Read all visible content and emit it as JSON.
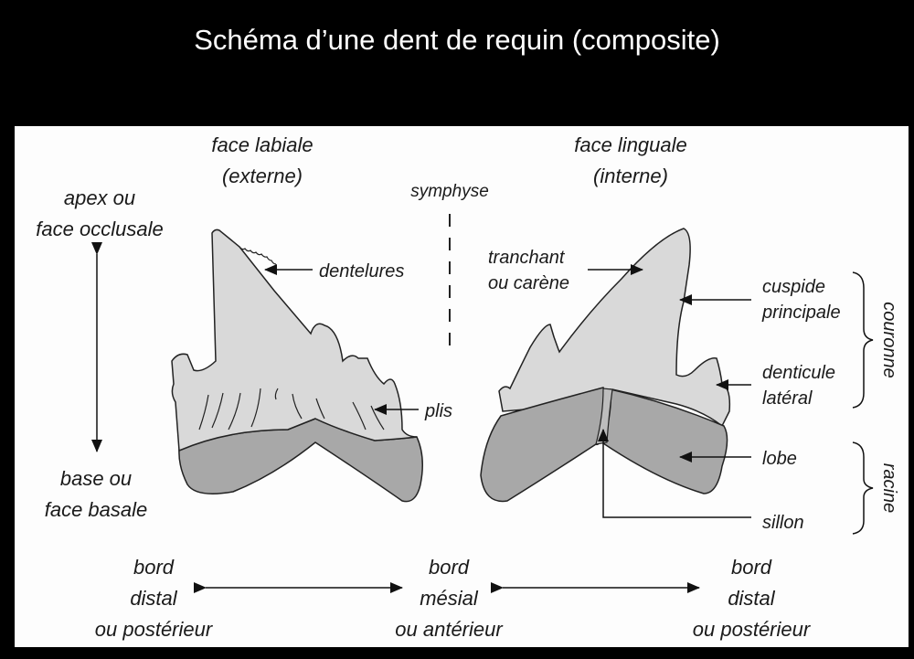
{
  "title": "Schéma d’une dent de requin (composite)",
  "views": {
    "left": {
      "line1": "face labiale",
      "line2": "(externe)"
    },
    "right": {
      "line1": "face linguale",
      "line2": "(interne)"
    }
  },
  "symphyse": "symphyse",
  "vertical_axis": {
    "top": {
      "line1": "apex ou",
      "line2": "face occlusale"
    },
    "bottom": {
      "line1": "base ou",
      "line2": "face basale"
    }
  },
  "left_labels": {
    "dentelures": "dentelures",
    "plis": "plis"
  },
  "right_labels": {
    "tranchant": {
      "line1": "tranchant",
      "line2": "ou carène"
    },
    "cuspide": {
      "line1": "cuspide",
      "line2": "principale"
    },
    "denticule": {
      "line1": "denticule",
      "line2": "latéral"
    },
    "lobe": "lobe",
    "sillon": "sillon"
  },
  "groups": {
    "couronne": "couronne",
    "racine": "racine"
  },
  "bottom_axis": {
    "left": {
      "line1": "bord",
      "line2": "distal",
      "line3": "ou postérieur"
    },
    "center": {
      "line1": "bord",
      "line2": "mésial",
      "line3": "ou antérieur"
    },
    "right": {
      "line1": "bord",
      "line2": "distal",
      "line3": "ou postérieur"
    }
  },
  "colors": {
    "crown": "#d9d9d9",
    "root": "#a8a8a8",
    "background": "#000000",
    "panel": "#fdfdfd"
  }
}
